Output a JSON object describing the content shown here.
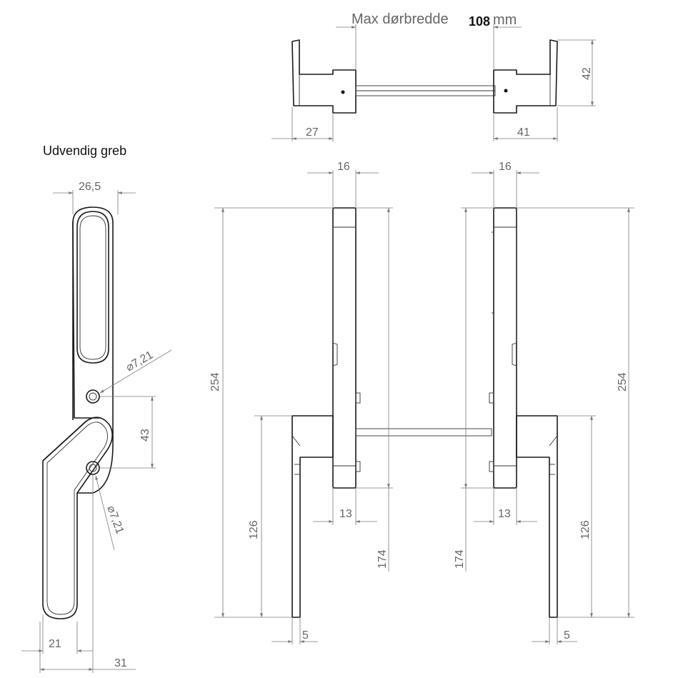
{
  "title": "Udvendig greb",
  "max_width": {
    "label": "Max dørbredde",
    "value": "108",
    "unit": "mm"
  },
  "dims": {
    "top_left_width": "27",
    "top_right_width": "41",
    "top_height": "42",
    "left_plate_width": "16",
    "right_plate_width": "16",
    "handle_width": "26,5",
    "hole_top": "⌀7,21",
    "hole_bottom": "⌀7,21",
    "hole_spacing": "43",
    "bottom_offset_21": "21",
    "bottom_offset_31": "31",
    "left_total_height": "254",
    "right_total_height": "254",
    "left_lever_height": "126",
    "right_lever_height": "126",
    "left_spindle_height": "174",
    "right_spindle_height": "174",
    "left_13": "13",
    "right_13": "13",
    "left_5": "5",
    "right_5": "5"
  }
}
